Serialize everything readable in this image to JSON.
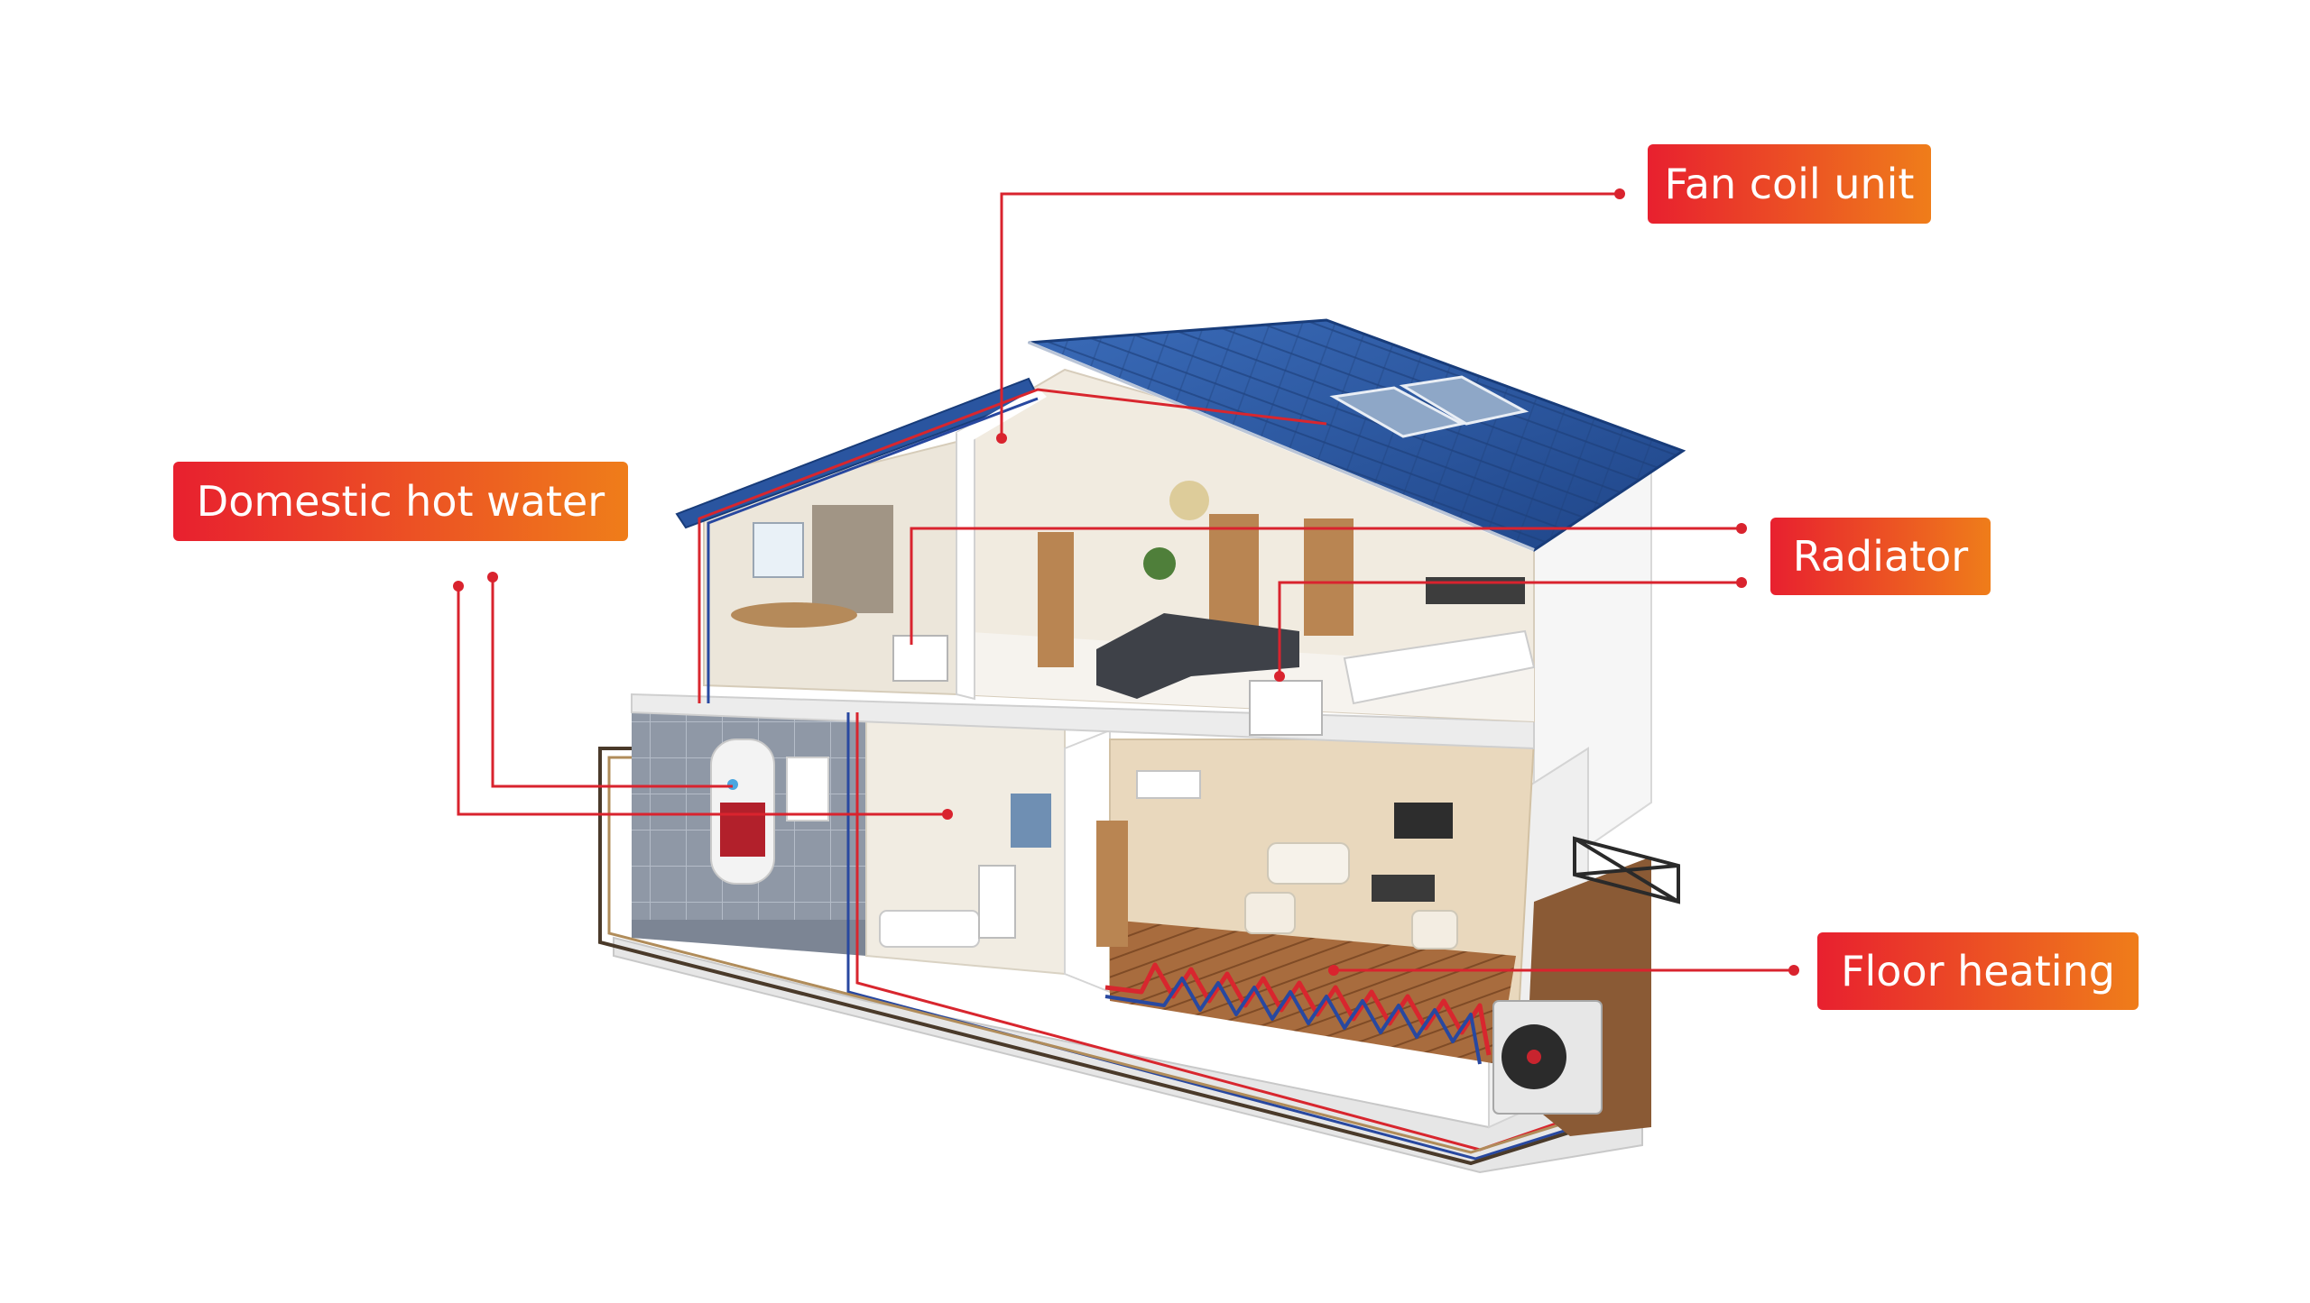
{
  "colors": {
    "label_gradient_start": "#e8202f",
    "label_gradient_end": "#ef7d1a",
    "leader_line": "#d9232e",
    "roof": "#2f5aa0",
    "wall": "#f4f4f4",
    "pipe_hot": "#d8262e",
    "pipe_cold": "#2848a0"
  },
  "labels": {
    "fan_coil": "Fan coil unit",
    "domestic_hot_water": "Domestic hot water",
    "radiator": "Radiator",
    "floor_heating": "Floor heating"
  }
}
